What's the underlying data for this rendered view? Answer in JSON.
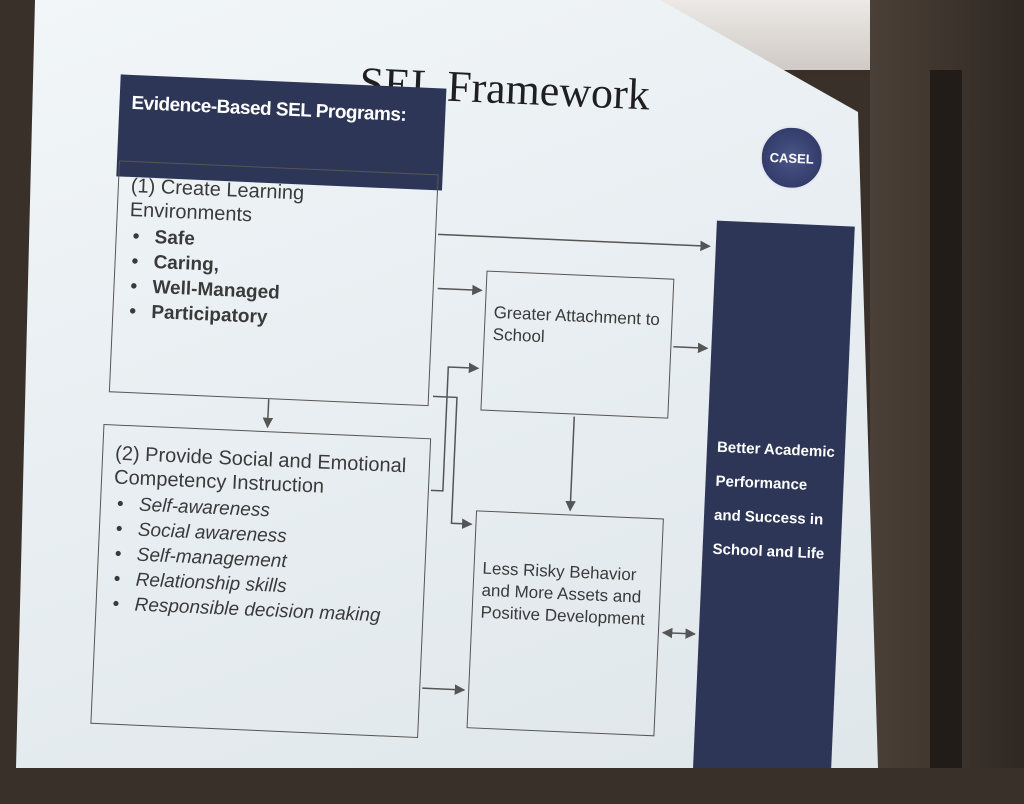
{
  "slide": {
    "title": "SEL Framework",
    "header": "Evidence-Based SEL Programs:",
    "logo_text": "CASEL"
  },
  "boxes": {
    "learning": {
      "title": "(1) Create Learning Environments",
      "items": [
        "Safe",
        "Caring,",
        "Well-Managed",
        "Participatory"
      ]
    },
    "competency": {
      "title": "(2) Provide Social and Emotional Competency Instruction",
      "items": [
        "Self-awareness",
        "Social awareness",
        "Self-management",
        "Relationship skills",
        "Responsible decision making"
      ]
    },
    "attachment": {
      "text": "Greater Attachment to School"
    },
    "behavior": {
      "text": "Less Risky Behavior and More Assets and Positive Development"
    }
  },
  "outcome": {
    "text": "Better Academic Performance and Success in School and Life"
  },
  "colors": {
    "navy": "#2d3657",
    "line": "#555555"
  }
}
